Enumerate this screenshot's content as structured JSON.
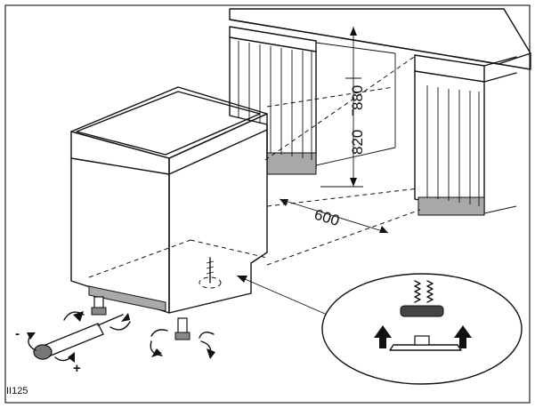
{
  "diagram": {
    "dimensions": {
      "height_max": "880",
      "height_min": "820",
      "width": "600"
    },
    "adjust_signs": {
      "minus": "-",
      "plus": "+"
    },
    "figure_code": "II125"
  }
}
